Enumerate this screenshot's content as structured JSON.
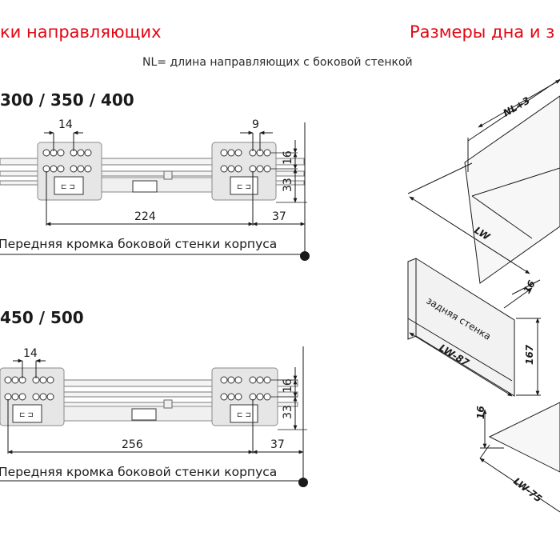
{
  "titles": {
    "left": "ки направляющих",
    "right": "Размеры дна и з",
    "subtitle": "NL= длина направляющих с боковой стенкой"
  },
  "sections": [
    {
      "lengths": "300 / 350 / 400",
      "dims": {
        "hole_spacing": "14",
        "right_spacing": "9",
        "h16": "16",
        "h33": "33",
        "span": "224",
        "end": "37"
      },
      "caption": "Передняя кромка боковой стенки корпуса"
    },
    {
      "lengths": "450 / 500",
      "dims": {
        "hole_spacing": "14",
        "h16": "16",
        "h33": "33",
        "span": "256",
        "end": "37"
      },
      "caption": "Передняя кромка боковой стенки корпуса"
    }
  ],
  "iso": {
    "nl": "NL+3",
    "lw": "LW",
    "back_label": "задняя стенка",
    "back_width": "LW-87",
    "back_height": "167",
    "back_thick": "16",
    "bottom_thick": "16",
    "bottom_width": "LW-75"
  },
  "colors": {
    "accent": "#e30613",
    "line": "#1a1a1a",
    "part": "#e6e6e6"
  }
}
